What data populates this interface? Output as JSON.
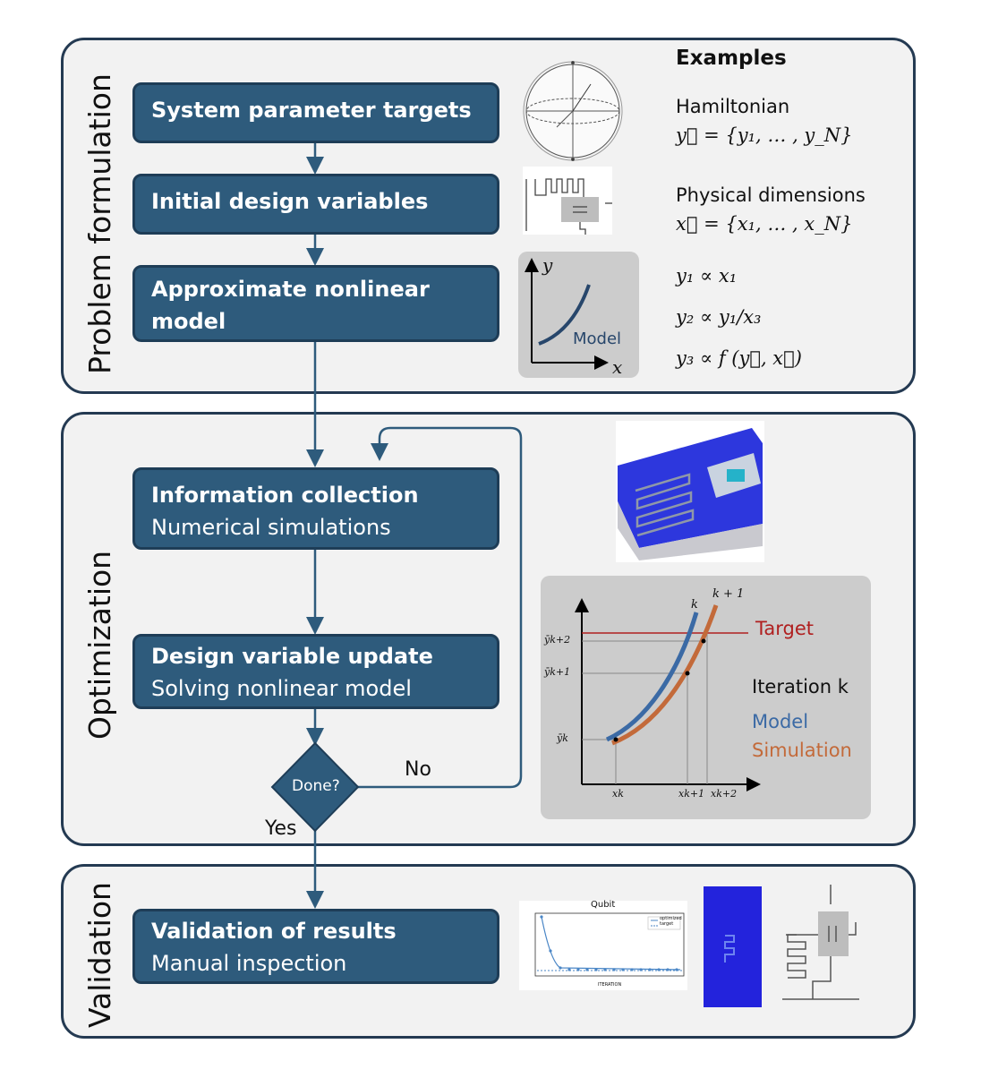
{
  "sections": {
    "problem": "Problem formulation",
    "optimization": "Optimization",
    "validation": "Validation"
  },
  "boxes": {
    "targets": "System parameter targets",
    "initial": "Initial design variables",
    "approx_line1": "Approximate nonlinear",
    "approx_line2": "model",
    "info_title": "Information collection",
    "info_sub": "Numerical simulations",
    "update_title": "Design variable update",
    "update_sub": "Solving nonlinear model",
    "valid_title": "Validation of results",
    "valid_sub": "Manual inspection"
  },
  "decision": {
    "label": "Done?",
    "no": "No",
    "yes": "Yes"
  },
  "examples": {
    "heading": "Examples",
    "hamiltonian": "Hamiltonian",
    "y_set": "y⃗ = {y₁, … , y_N}",
    "physical": "Physical dimensions",
    "x_set": "x⃗ = {x₁, … , x_N}",
    "rel1": "y₁ ∝  x₁",
    "rel2": "y₂ ∝ y₁/x₃",
    "rel3": "y₃ ∝ f (y⃗, x⃗)"
  },
  "model_plot": {
    "y_axis": "y",
    "x_axis": "x",
    "curve_label": "Model"
  },
  "iteration_plot": {
    "target": "Target",
    "iteration": "Iteration k",
    "model": "Model",
    "simulation": "Simulation",
    "curve_k": "k",
    "curve_k1": "k + 1",
    "y_ticks": [
      "ȳk+2",
      "ȳk+1",
      "ȳk"
    ],
    "x_ticks": [
      "xk",
      "xk+1",
      "xk+2"
    ]
  },
  "qubit_plot": {
    "title": "Qubit",
    "legend": [
      "optimized",
      "target"
    ],
    "xlabel": "ITERATION"
  },
  "colors": {
    "box": "#2e5b7c",
    "border": "#243a52",
    "model": "#3b6aa5",
    "simulation": "#c36a3a",
    "target": "#b02020"
  }
}
